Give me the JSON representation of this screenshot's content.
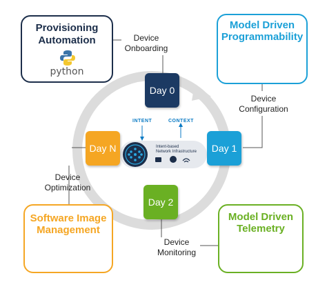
{
  "boxes": {
    "provisioning": {
      "title_line1": "Provisioning",
      "title_line2": "Automation",
      "logo_text": "python",
      "color": "#1c2e4a"
    },
    "programmability": {
      "title_line1": "Model Driven",
      "title_line2": "Programmability",
      "color": "#1ba0d7"
    },
    "software_image": {
      "title_line1": "Software Image",
      "title_line2": "Management",
      "color": "#f5a623"
    },
    "telemetry": {
      "title_line1": "Model Driven",
      "title_line2": "Telemetry",
      "color": "#6ab023"
    }
  },
  "days": [
    {
      "label": "Day 0",
      "color": "#1c3a63"
    },
    {
      "label": "Day 1",
      "color": "#1ba0d7"
    },
    {
      "label": "Day 2",
      "color": "#6ab023"
    },
    {
      "label": "Day N",
      "color": "#f5a623"
    }
  ],
  "phases": {
    "onboarding": {
      "line1": "Device",
      "line2": "Onboarding"
    },
    "configuration": {
      "line1": "Device",
      "line2": "Configuration"
    },
    "monitoring": {
      "line1": "Device",
      "line2": "Monitoring"
    },
    "optimization": {
      "line1": "Device",
      "line2": "Optimization"
    }
  },
  "hub": {
    "intent": "INTENT",
    "context": "CONTEXT",
    "line1": "Intent-based",
    "line2": "Network Infrastructure"
  },
  "colors": {
    "ring": "#dcdcdc",
    "connector": "#555555",
    "hub_bg": "#e6e9ee",
    "hub_dark": "#1c2e4a"
  }
}
